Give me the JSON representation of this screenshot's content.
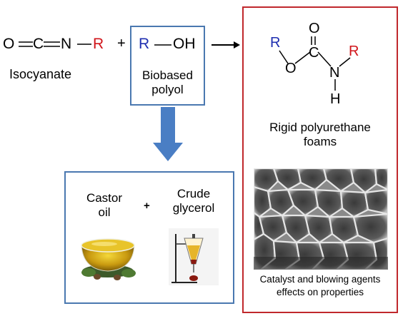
{
  "isocyanate": {
    "o": "O",
    "c": "C",
    "n": "N",
    "r": "R",
    "label": "Isocyanate"
  },
  "plus1": "+",
  "polyol": {
    "r": "R",
    "oh": "OH",
    "label_line1": "Biobased",
    "label_line2": "polyol"
  },
  "product": {
    "r1": "R",
    "o1": "O",
    "c": "C",
    "o2": "O",
    "n": "N",
    "r2": "R",
    "h": "H",
    "label_line1": "Rigid polyurethane",
    "label_line2": "foams",
    "caption_line1": "Catalyst and blowing agents",
    "caption_line2": "effects on properties"
  },
  "sources": {
    "castor_line1": "Castor",
    "castor_line2": "oil",
    "plus": "+",
    "glycerol_line1": "Crude",
    "glycerol_line2": "glycerol"
  },
  "colors": {
    "blue": "#1f2fb0",
    "red": "#d0141a",
    "box_blue": "#4a78b0",
    "box_red": "#c0282c",
    "arrow_blue": "#4a7ec4"
  }
}
